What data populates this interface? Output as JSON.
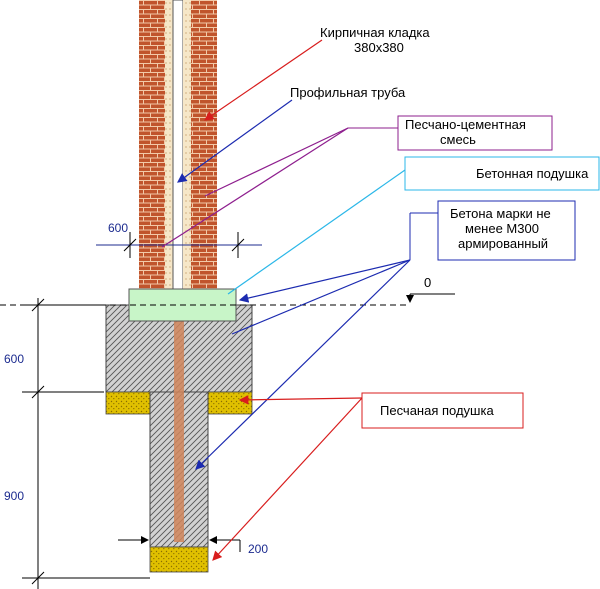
{
  "labels": {
    "brickwork_line1": "Кирпичная кладка",
    "brickwork_line2": "380x380",
    "profile_pipe": "Профильная труба",
    "sand_cement_line1": "Песчано-цементная",
    "sand_cement_line2": "смесь",
    "concrete_pad": "Бетонная подушка",
    "concrete_grade_line1": "Бетона марки не",
    "concrete_grade_line2": "менее М300",
    "concrete_grade_line3": "армированный",
    "sand_pad": "Песчаная подушка",
    "ground_level": "0"
  },
  "dimensions": {
    "column_width": "600",
    "depth_upper": "600",
    "depth_lower": "900",
    "pile_width": "200"
  },
  "colors": {
    "brick": "#c0542c",
    "mortar": "#f2c9a8",
    "concrete_pad": "#c8f5c8",
    "sand": "#e0c000",
    "concrete": "#9a9a9a",
    "dim_line": "#1c2b8f",
    "leader_red": "#d81d1d",
    "leader_blue": "#1c2bb0",
    "leader_purple": "#8e1f8e",
    "leader_cyan": "#2bb7e8"
  }
}
